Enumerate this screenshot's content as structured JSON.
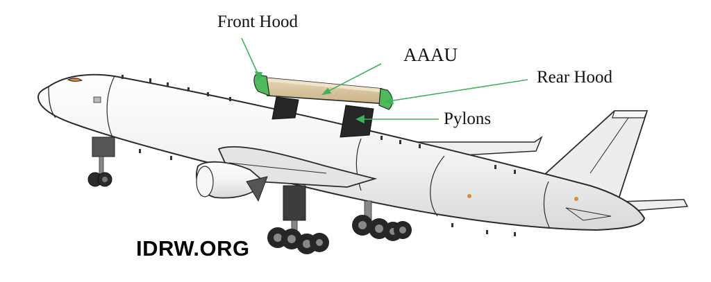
{
  "diagram": {
    "labels": {
      "front_hood": "Front Hood",
      "aaau": "AAAU",
      "rear_hood": "Rear Hood",
      "pylons": "Pylons"
    },
    "watermark": "IDRW.ORG",
    "colors": {
      "pointer": "#3cb35a",
      "radome_fill": "#d8c6a0",
      "hood_fill": "#4dbb5c",
      "pylon_fill": "#262626",
      "fuselage_fill": "#f3f3f3",
      "outline": "#2a2a2a"
    }
  }
}
